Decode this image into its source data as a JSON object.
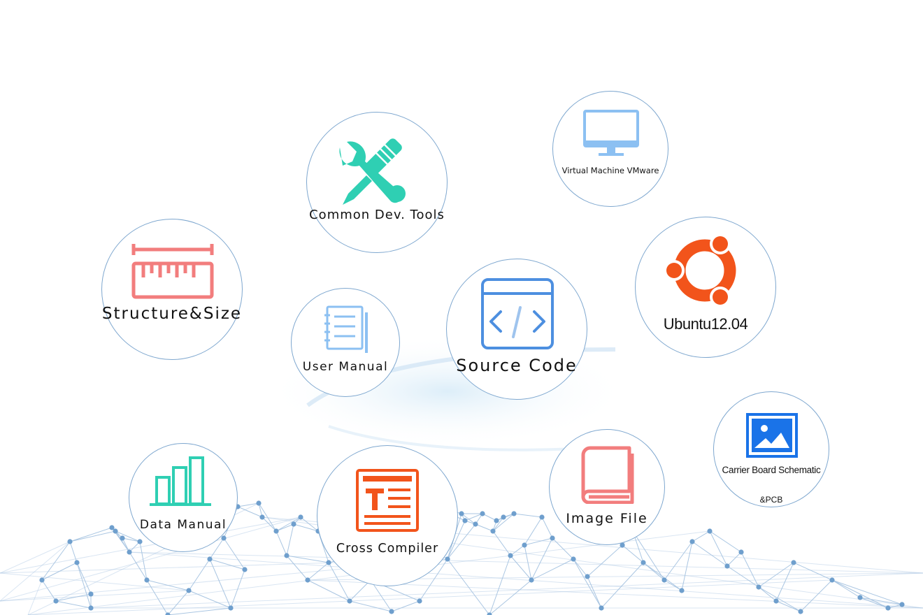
{
  "items": [
    {
      "label": "Common Dev. Tools",
      "icon": "tools-icon",
      "color": "#2fcfb3"
    },
    {
      "label": "Virtual Machine VMware",
      "icon": "monitor-icon",
      "color": "#8cc0f2"
    },
    {
      "label": "Structure&Size",
      "icon": "ruler-icon",
      "color": "#f27d7d"
    },
    {
      "label": "User Manual",
      "icon": "document-icon",
      "color": "#8cc0f2"
    },
    {
      "label": "Source Code",
      "icon": "code-icon",
      "color": "#4d8fe0"
    },
    {
      "label": "Ubuntu12.04",
      "icon": "ubuntu-icon",
      "color": "#f2541b"
    },
    {
      "label": "Data Manual",
      "icon": "bar-chart-icon",
      "color": "#2fcfb3"
    },
    {
      "label": "Cross Compiler",
      "icon": "text-editor-icon",
      "color": "#f2541b"
    },
    {
      "label": "Image File",
      "icon": "book-icon",
      "color": "#f27d7d"
    },
    {
      "label": "Carrier Board Schematic",
      "label2": "&PCB",
      "icon": "image-icon",
      "color": "#1a73e8"
    }
  ]
}
